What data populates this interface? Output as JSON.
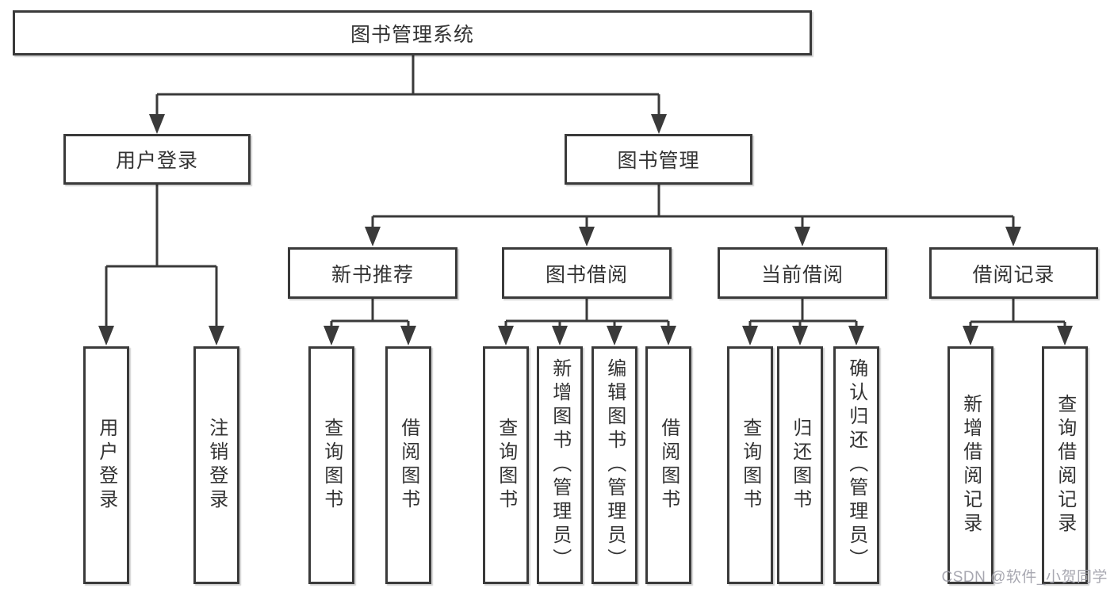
{
  "root": {
    "label": "图书管理系统",
    "children": [
      {
        "label": "用户登录",
        "children": [
          {
            "label": "用户登录"
          },
          {
            "label": "注销登录"
          }
        ]
      },
      {
        "label": "图书管理",
        "children": [
          {
            "label": "新书推荐",
            "children": [
              {
                "label": "查询图书"
              },
              {
                "label": "借阅图书"
              }
            ]
          },
          {
            "label": "图书借阅",
            "children": [
              {
                "label": "查询图书"
              },
              {
                "label": "新增图书（管理员）"
              },
              {
                "label": "编辑图书（管理员）"
              },
              {
                "label": "借阅图书"
              }
            ]
          },
          {
            "label": "当前借阅",
            "children": [
              {
                "label": "查询图书"
              },
              {
                "label": "归还图书"
              },
              {
                "label": "确认归还（管理员）"
              }
            ]
          },
          {
            "label": "借阅记录",
            "children": [
              {
                "label": "新增借阅记录"
              },
              {
                "label": "查询借阅记录"
              }
            ]
          }
        ]
      }
    ]
  },
  "watermark": {
    "text": "CSDN @软件_小贺同学"
  },
  "colors": {
    "line": "#3a3a3a",
    "box_border": "#3a3a3a",
    "text": "#333333",
    "watermark": "#9e9fa8",
    "background": "#ffffff"
  }
}
